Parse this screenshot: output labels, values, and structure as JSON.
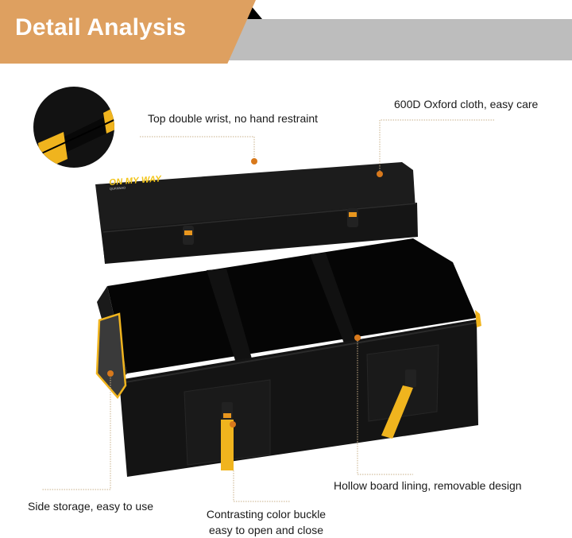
{
  "banner": {
    "title": "Detail Analysis",
    "colors": {
      "accent": "#dea060",
      "stripe": "#bdbdbd",
      "corner": "#000000"
    }
  },
  "product": {
    "brand_logo": "ON MY WAY",
    "brand_sub": "QUANNAO",
    "colors": {
      "body": "#141414",
      "strap": "#f0b41e",
      "dot": "#d8791c",
      "leader": "#c8b08a"
    }
  },
  "callouts": [
    {
      "id": "top-wrist",
      "text": "Top double wrist, no hand restraint"
    },
    {
      "id": "oxford-cloth",
      "text": "600D Oxford cloth, easy care"
    },
    {
      "id": "hollow-board",
      "text": "Hollow board lining, removable design"
    },
    {
      "id": "side-storage",
      "text": "Side storage, easy to use"
    },
    {
      "id": "buckle",
      "lines": [
        "Contrasting color buckle",
        "easy to open and close"
      ]
    }
  ]
}
